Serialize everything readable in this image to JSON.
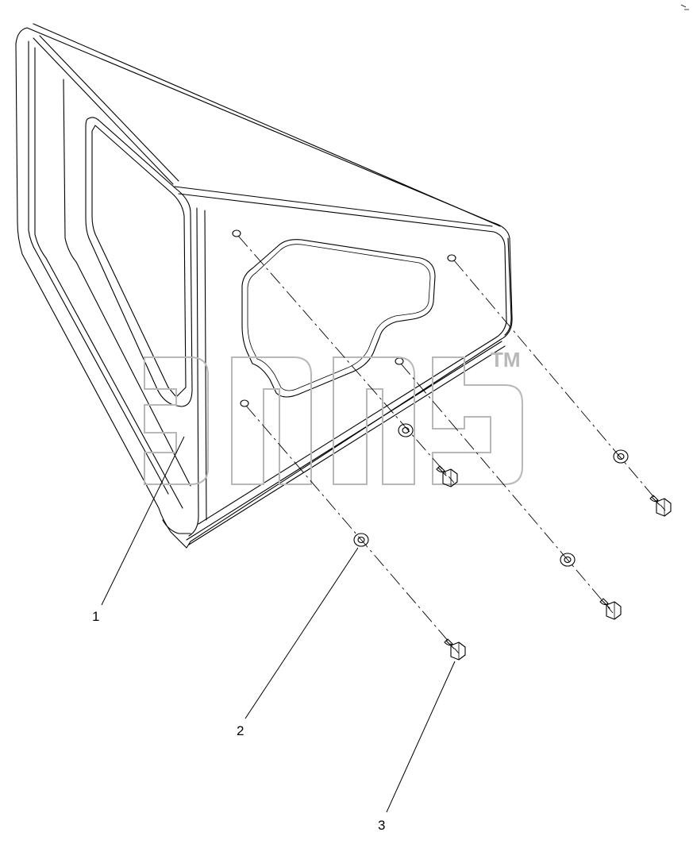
{
  "callouts": [
    {
      "label": "1"
    },
    {
      "label": "2"
    },
    {
      "label": "3"
    }
  ],
  "watermark": {
    "trademark": "TM"
  },
  "colors": {
    "line": "#000000",
    "watermark": "#b8b8b8",
    "background": "#ffffff"
  }
}
